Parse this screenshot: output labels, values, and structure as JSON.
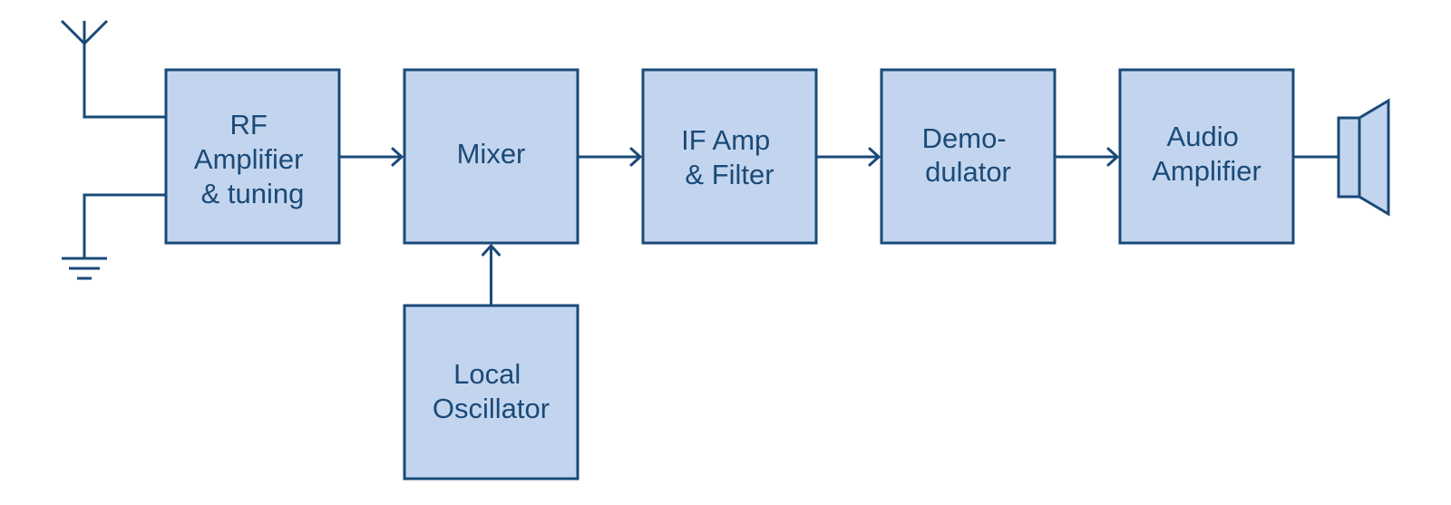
{
  "diagram": {
    "colors": {
      "block_fill": "#c3d5ee",
      "stroke": "#1a4a78",
      "text": "#1a4a78"
    },
    "blocks": {
      "rf": {
        "line1": "RF",
        "line2": "Amplifier",
        "line3": "& tuning"
      },
      "mixer": {
        "line1": "Mixer"
      },
      "if": {
        "line1": "IF Amp",
        "line2": "& Filter"
      },
      "demod": {
        "line1": "Demo-",
        "line2": "dulator"
      },
      "audio": {
        "line1": "Audio",
        "line2": "Amplifier"
      },
      "lo": {
        "line1": "Local",
        "line2": "Oscillator"
      }
    },
    "icons": [
      "antenna-icon",
      "ground-icon",
      "speaker-icon"
    ]
  }
}
